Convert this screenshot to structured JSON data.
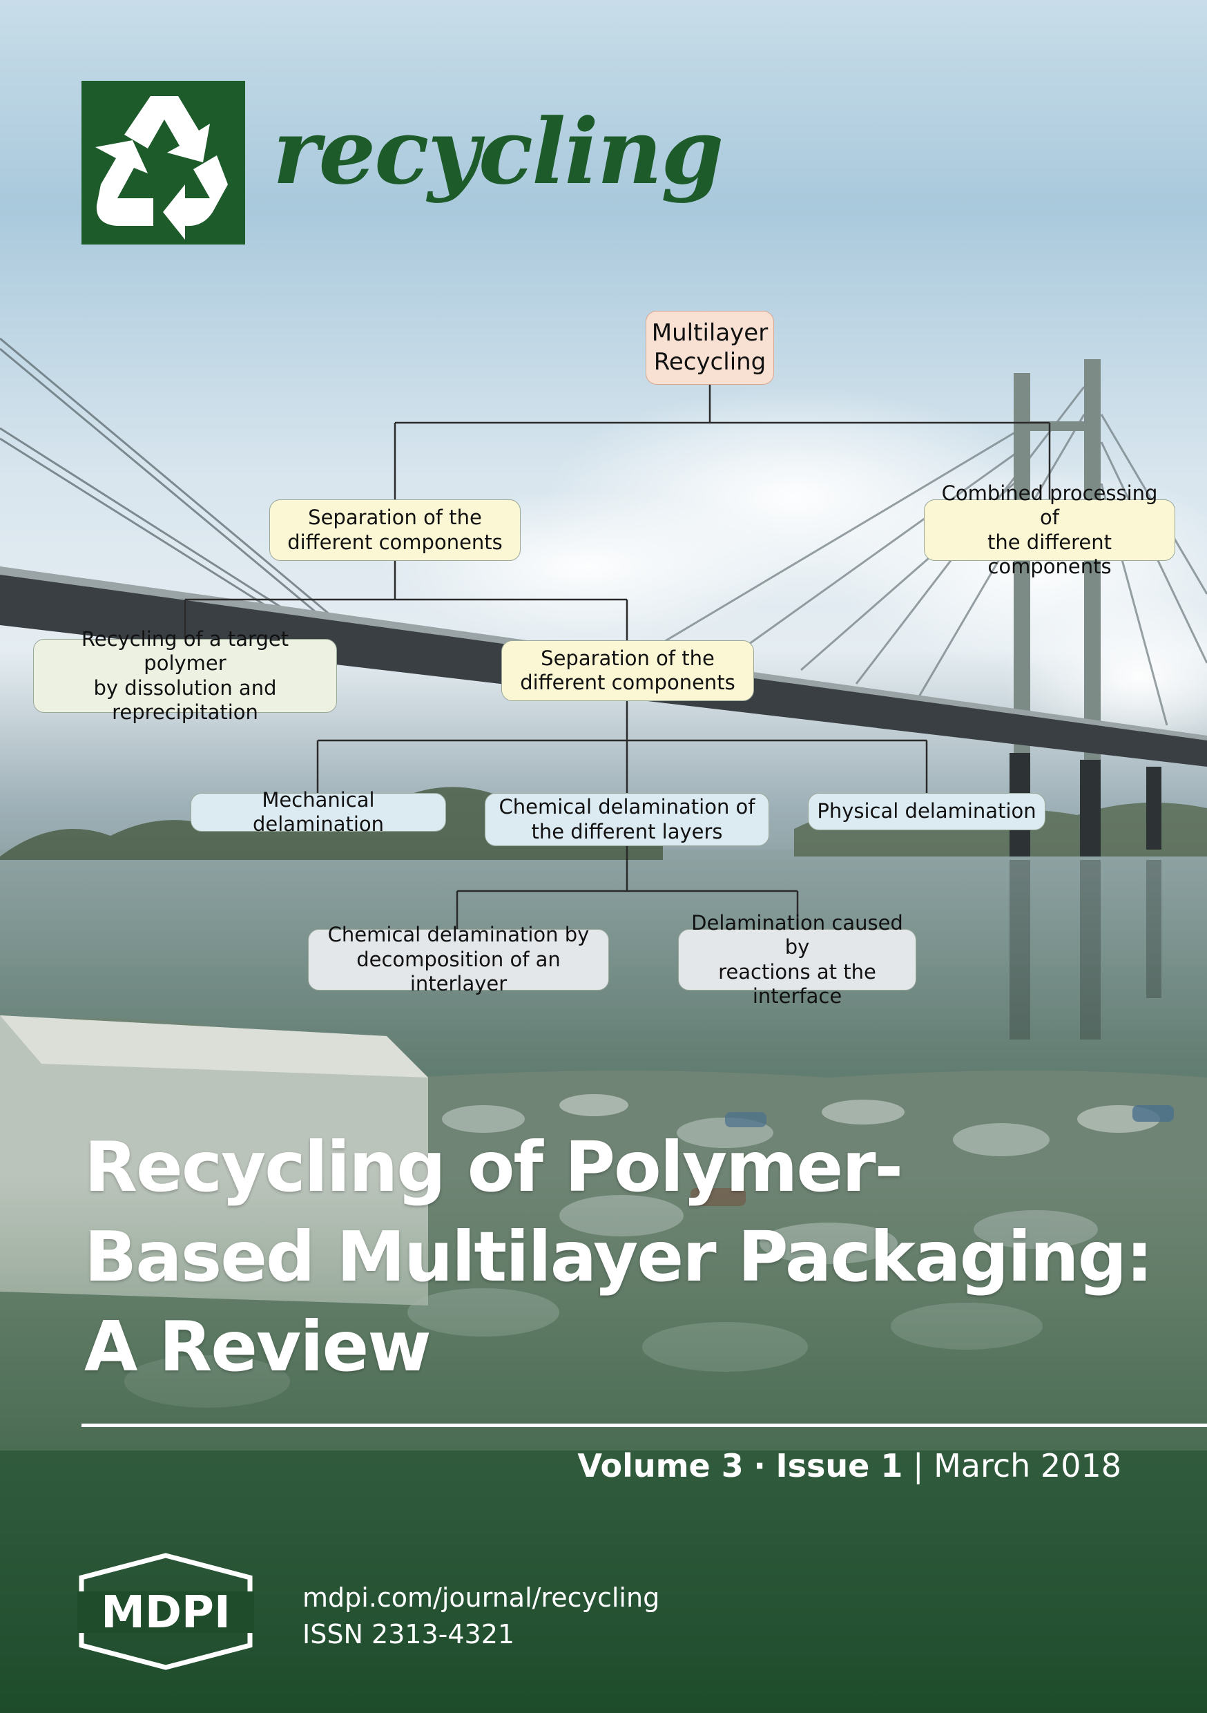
{
  "journal": {
    "name": "recycling",
    "logo_icon": "recycle-icon",
    "brand_color": "#1d5b2b"
  },
  "diagram": {
    "root": "Multilayer\nRecycling",
    "separation_top": "Separation of the\ndifferent components",
    "combined": "Combined processing  of\nthe different components",
    "dissolution": "Recycling of a target polymer\nby dissolution and\nreprecipitation",
    "separation_mid": "Separation of the\ndifferent components",
    "mechanical": "Mechanical delamination",
    "chemical": "Chemical delamination of\nthe different layers",
    "physical": "Physical delamination",
    "interlayer": "Chemical delamination by\ndecomposition of an interlayer",
    "interface": "Delamination caused by\nreactions at the interface"
  },
  "article": {
    "title_lines": [
      "Recycling of Polymer-",
      "Based Multilayer Packaging:",
      "A Review"
    ]
  },
  "issue": {
    "volume": "Volume 3",
    "dot": "·",
    "issue": "Issue 1",
    "sep": "|",
    "date": "March 2018"
  },
  "publisher": {
    "name": "MDPI",
    "url": "mdpi.com/journal/recycling",
    "issn": "ISSN 2313-4321"
  }
}
